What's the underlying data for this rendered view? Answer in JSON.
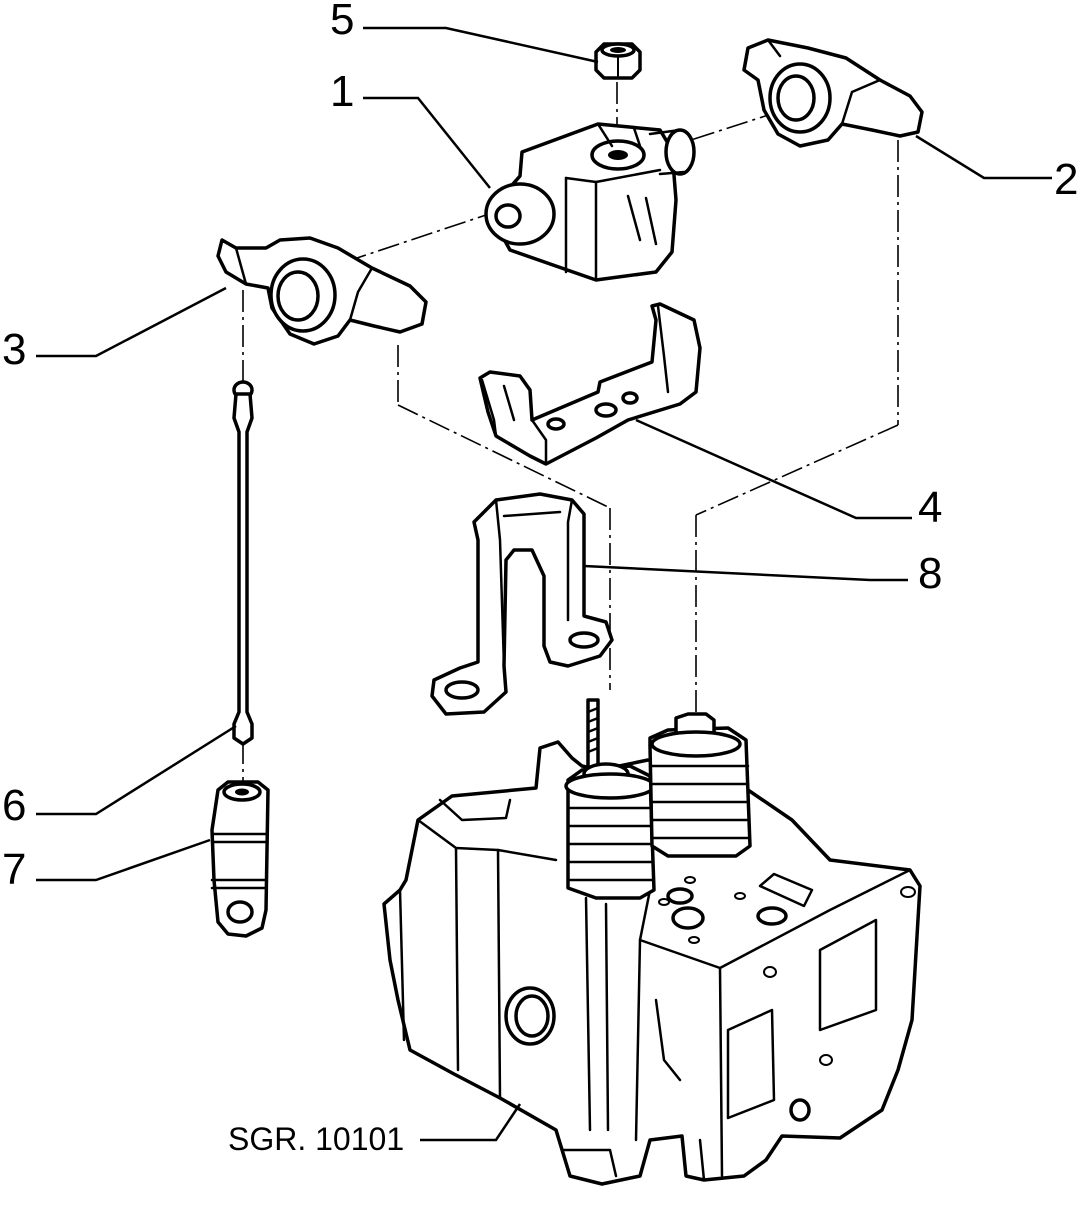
{
  "callouts": [
    {
      "id": "5",
      "label": "5"
    },
    {
      "id": "1",
      "label": "1"
    },
    {
      "id": "2",
      "label": "2"
    },
    {
      "id": "3",
      "label": "3"
    },
    {
      "id": "4",
      "label": "4"
    },
    {
      "id": "8",
      "label": "8"
    },
    {
      "id": "6",
      "label": "6"
    },
    {
      "id": "7",
      "label": "7"
    }
  ],
  "reference": "SGR. 10101"
}
